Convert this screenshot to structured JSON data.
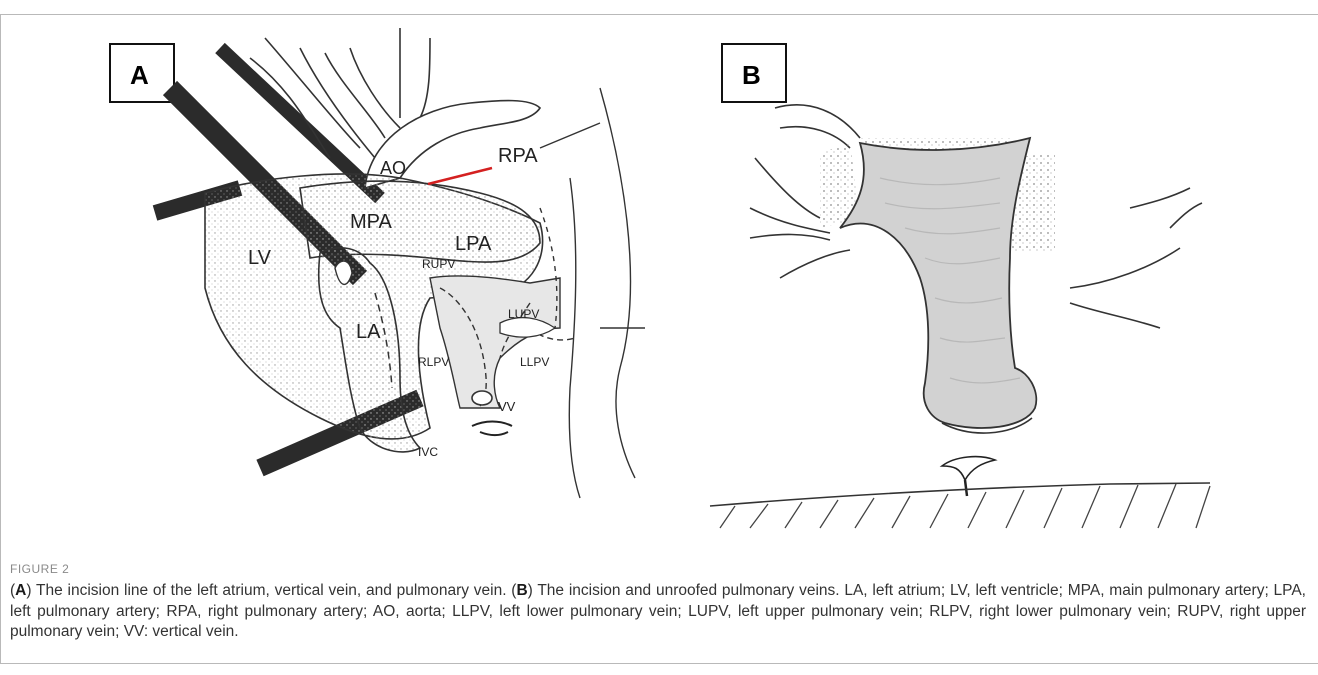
{
  "figure": {
    "label": "FIGURE 2",
    "panels": [
      {
        "letter": "A",
        "labels": {
          "ao": "AO",
          "rpa": "RPA",
          "mpa": "MPA",
          "lpa": "LPA",
          "lv": "LV",
          "la": "LA",
          "rupv": "RUPV",
          "lupv": "LUPV",
          "rlpv": "RLPV",
          "llpv": "LLPV",
          "vv": "VV",
          "ivc": "IVC"
        }
      },
      {
        "letter": "B"
      }
    ],
    "caption": {
      "segments": [
        {
          "text": "(",
          "bold": false
        },
        {
          "text": "A",
          "bold": true
        },
        {
          "text": ") The incision line of the left atrium, vertical vein, and pulmonary vein. (",
          "bold": false
        },
        {
          "text": "B",
          "bold": true
        },
        {
          "text": ") The incision and unroofed pulmonary veins. LA, left atrium; LV, left ventricle; MPA, main pulmonary artery; LPA, left pulmonary artery; RPA, right pulmonary artery; AO, aorta; LLPV, left lower pulmonary vein; LUPV, left upper pulmonary vein; RLPV, right lower pulmonary vein; RUPV, right upper pulmonary vein; VV: vertical vein.",
          "bold": false
        }
      ]
    },
    "colors": {
      "incision_line": "#d42020",
      "shading": "#cfcfcf"
    }
  }
}
